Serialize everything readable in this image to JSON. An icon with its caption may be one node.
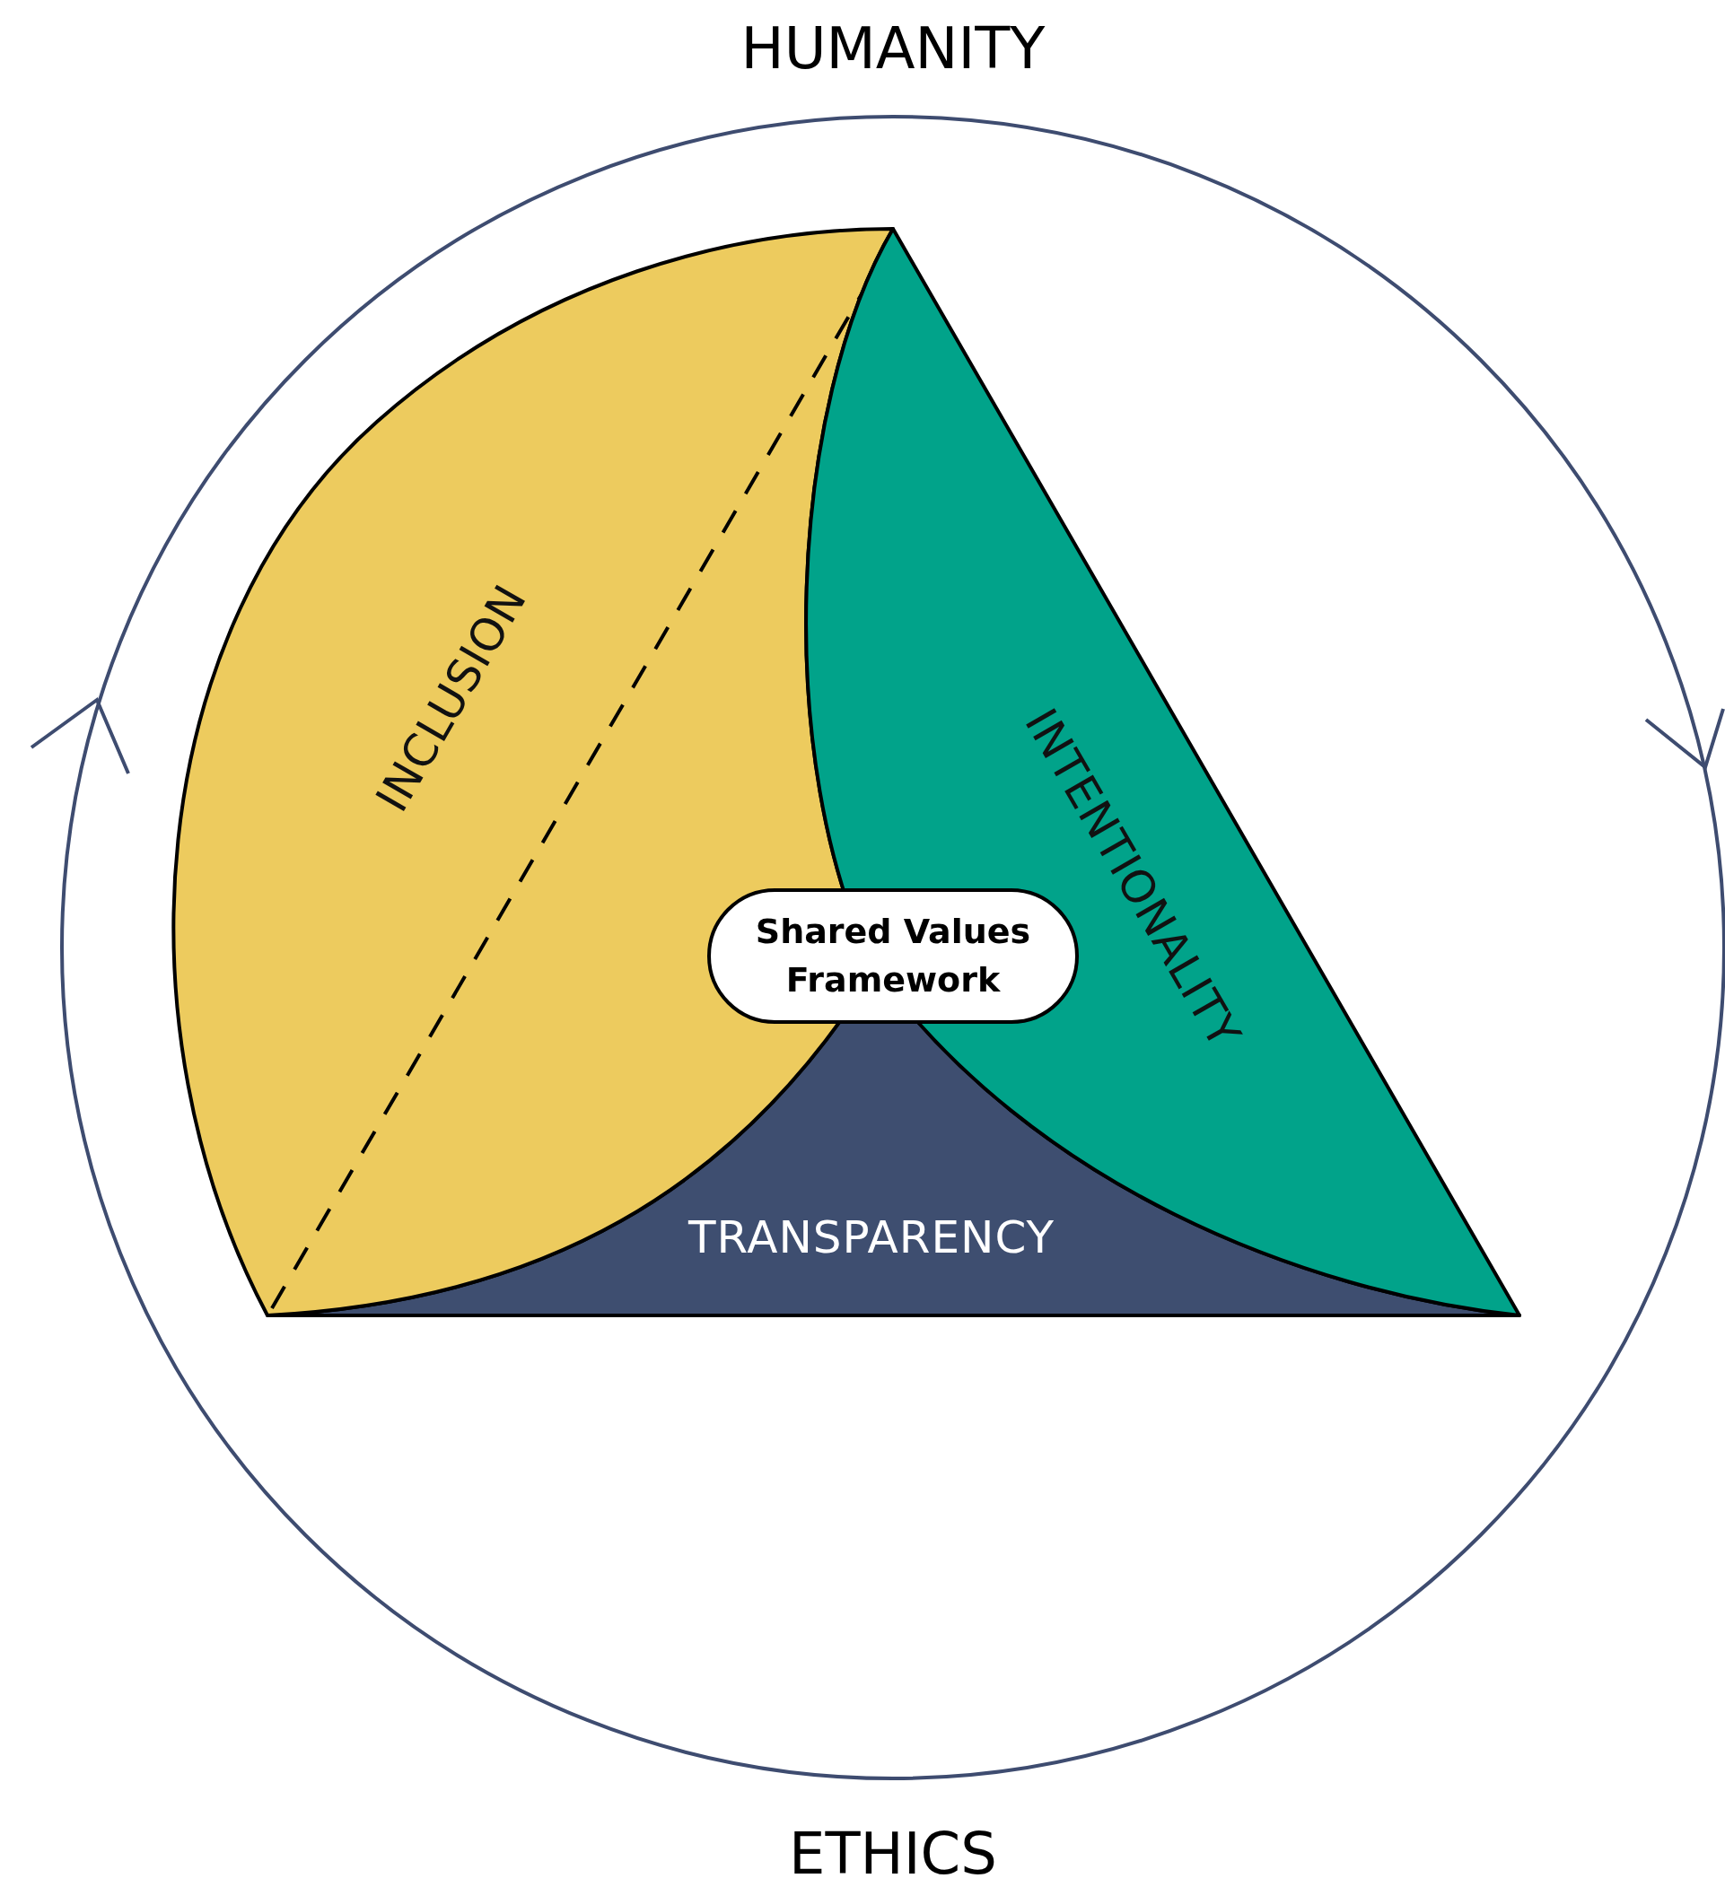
{
  "diagram": {
    "nodes": [
      {
        "text": [
          "INCLUSION"
        ]
      },
      {
        "text": [
          "INTENTIONALITY"
        ]
      },
      {
        "text": [
          "TRANSPARENCY"
        ]
      },
      {
        "text": [
          "Shared Values Framework"
        ]
      }
    ],
    "labels": [
      "HUMANITY",
      "ETHICS"
    ]
  }
}
